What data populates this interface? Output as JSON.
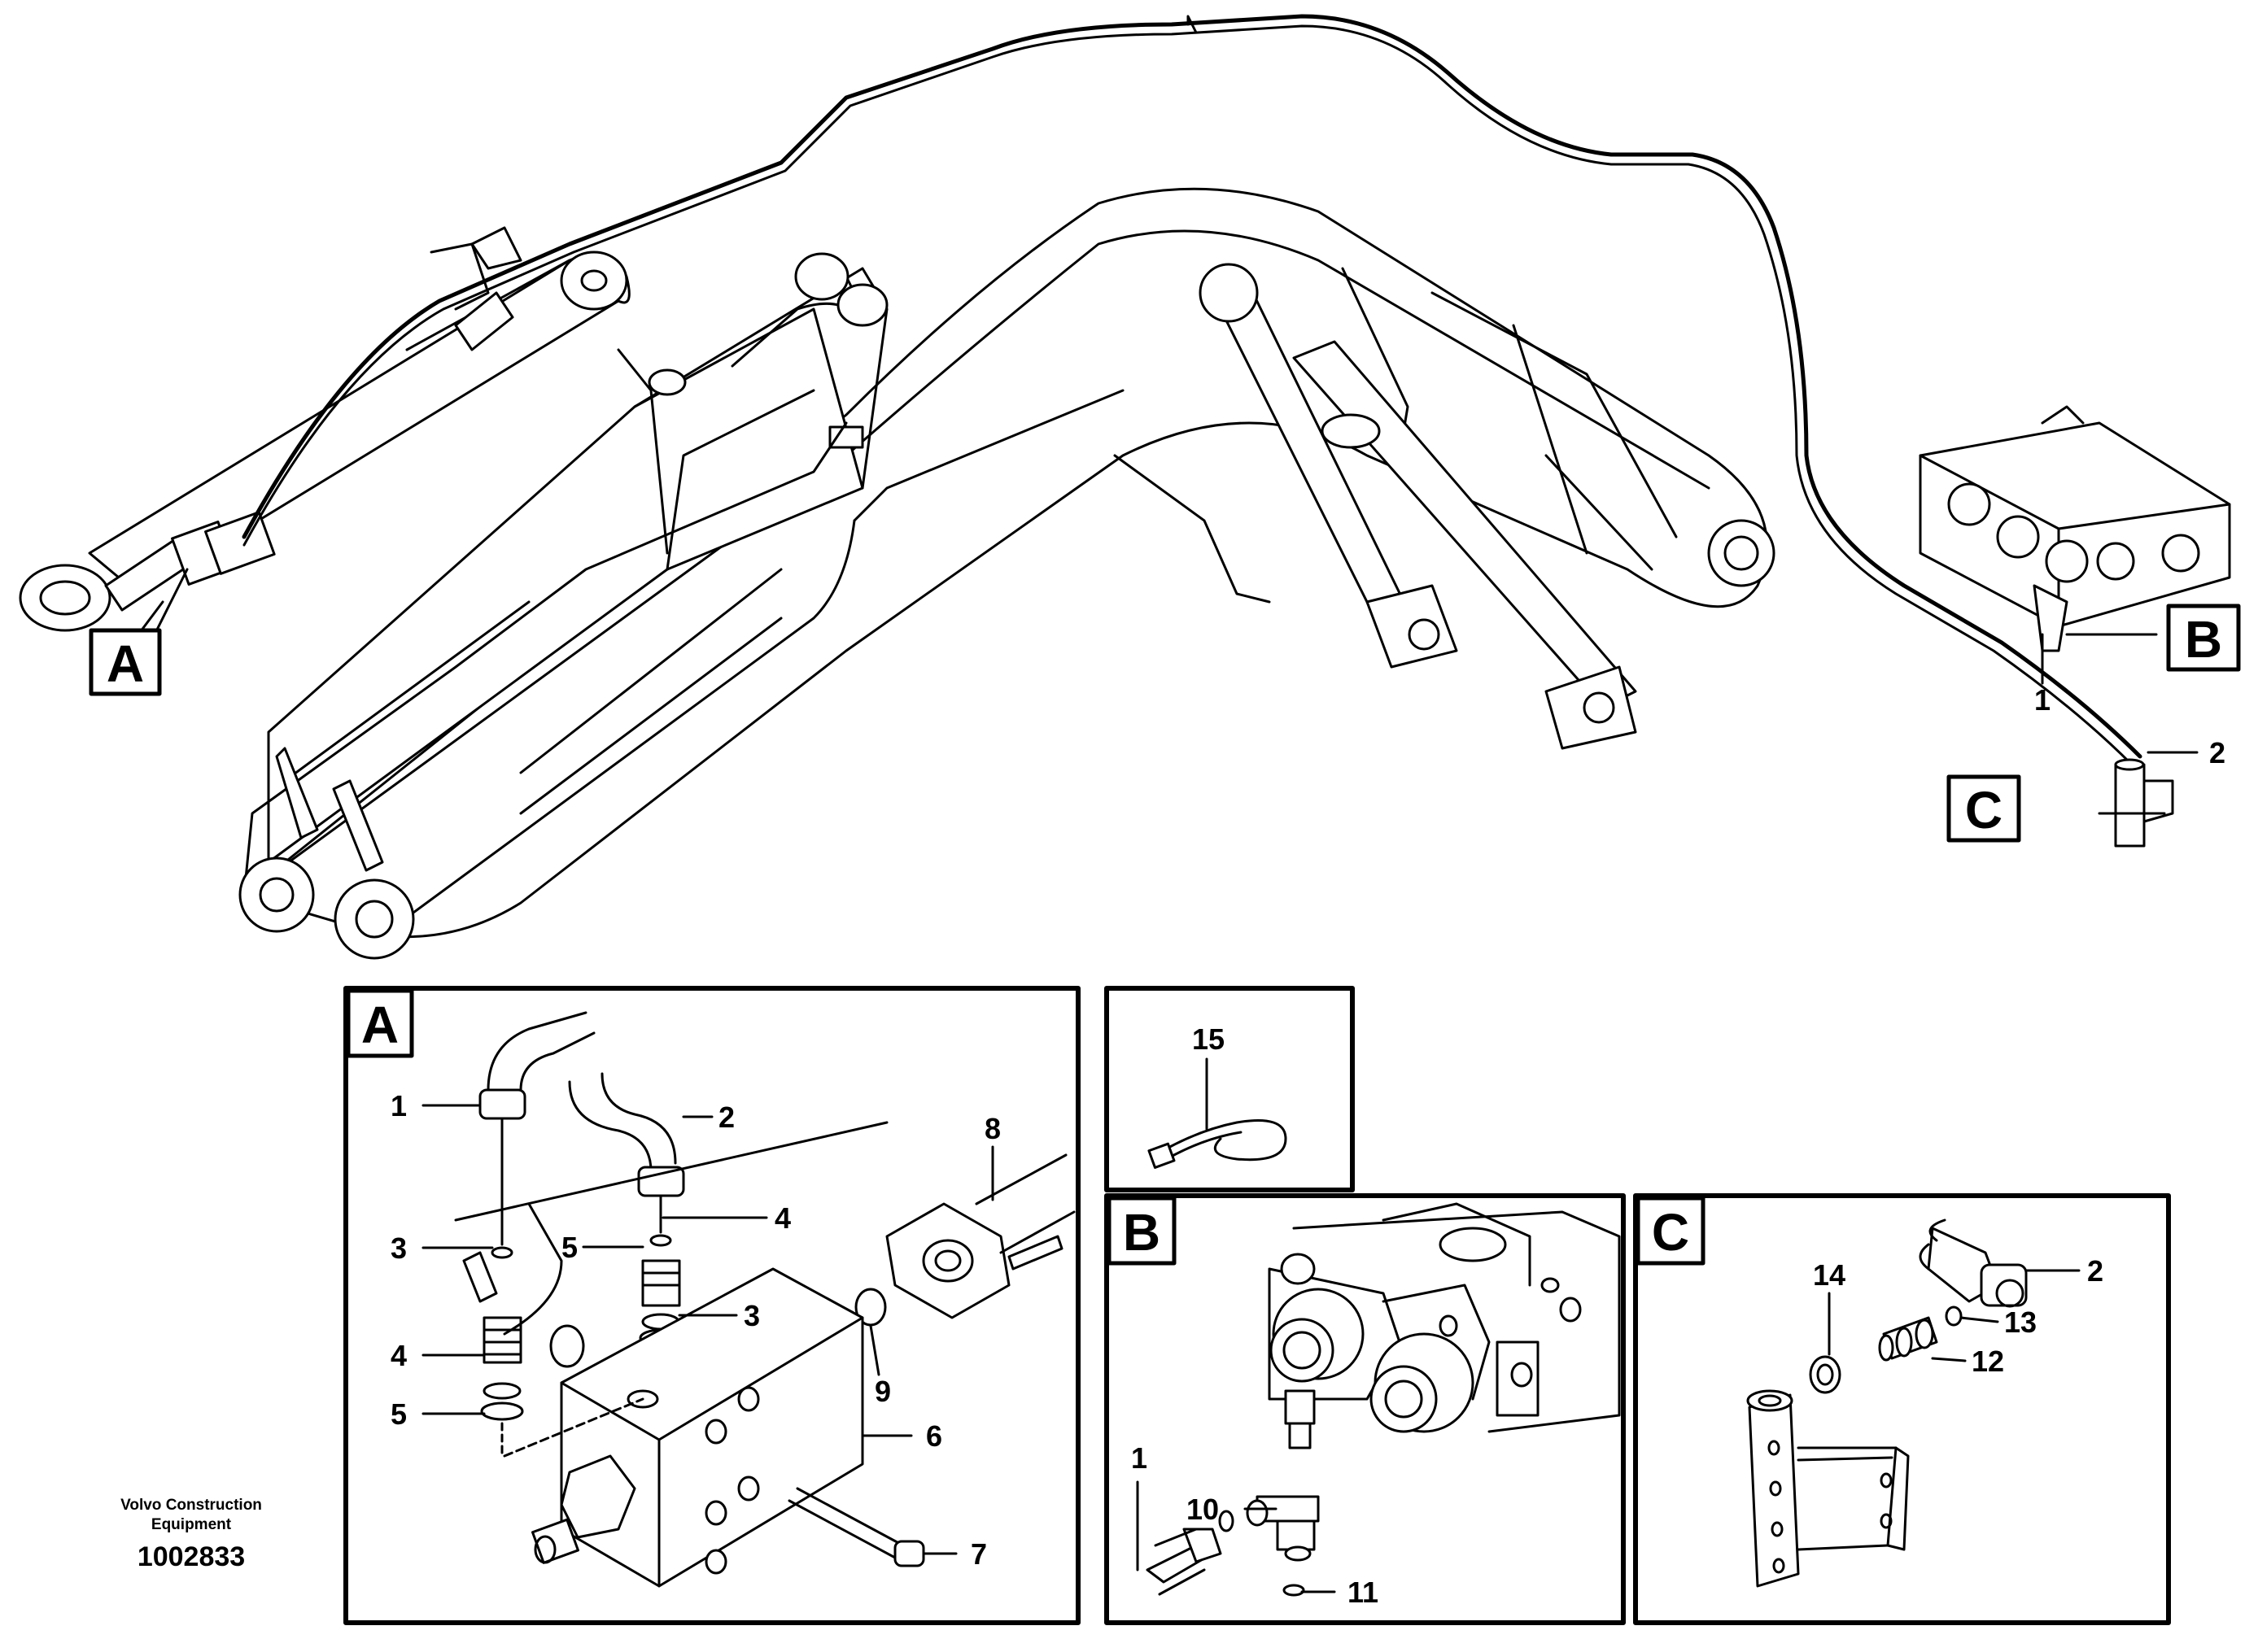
{
  "footer": {
    "company_line1": "Volvo Construction",
    "company_line2": "Equipment",
    "drawing_number": "1002833"
  },
  "overview": {
    "callout_a": "A",
    "callout_b": "B",
    "callout_c": "C",
    "item_1": "1",
    "item_2": "2"
  },
  "detail_a": {
    "title": "A",
    "callouts": [
      "1",
      "2",
      "4",
      "3",
      "5",
      "3",
      "4",
      "5",
      "8",
      "9",
      "6",
      "7"
    ]
  },
  "detail_15": {
    "callout": "15"
  },
  "detail_b": {
    "title": "B",
    "callouts": [
      "1",
      "10",
      "11"
    ]
  },
  "detail_c": {
    "title": "C",
    "callouts": [
      "2",
      "14",
      "13",
      "12"
    ]
  },
  "icons": {
    "hydraulic_cylinder": "hydraulic-cylinder-icon",
    "control_valve": "control-valve-icon",
    "cable_tie": "cable-tie-icon"
  }
}
